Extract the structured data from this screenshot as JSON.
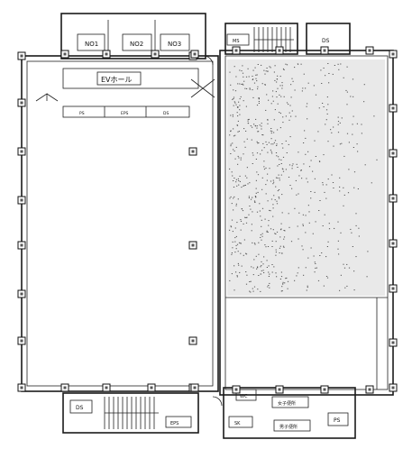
{
  "rooms": {
    "elevator_1": "NO1",
    "elevator_2": "NO2",
    "elevator_3": "NO3",
    "ev_hall": "EVホール",
    "ps_top": "PS",
    "ds_top": "DS",
    "ds_bottom": "DS",
    "ps_bottom": "PS",
    "small_top": "MS",
    "small_bottom": "EPS",
    "small_bottom2": "WC",
    "wc_f": "女子便所",
    "wc_m": "男子便所",
    "wc_sm": "SK"
  },
  "shafts": {
    "p1": "PS",
    "p2": "EPS",
    "p3": "DS"
  }
}
